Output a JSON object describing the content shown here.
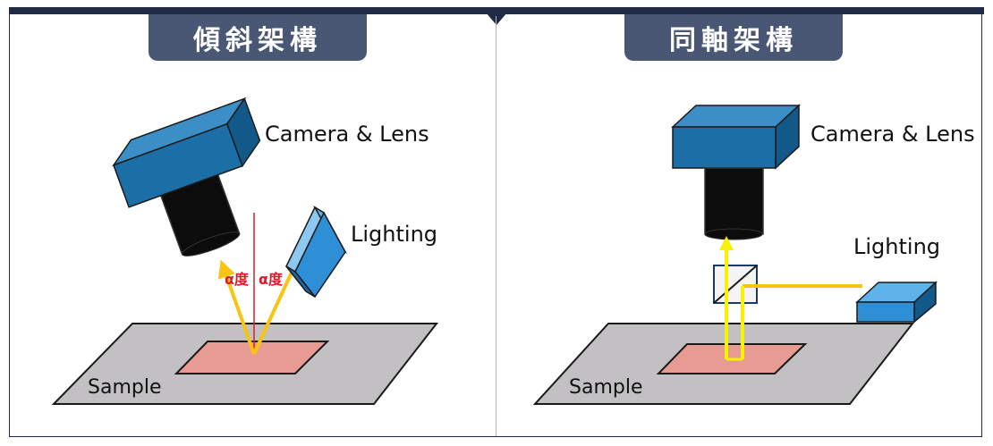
{
  "panels": {
    "left": {
      "title": "傾斜架構",
      "camera_label": "Camera & Lens",
      "lighting_label": "Lighting",
      "sample_label": "Sample",
      "angle_label_left": "α度",
      "angle_label_right": "α度"
    },
    "right": {
      "title": "同軸架構",
      "camera_label": "Camera & Lens",
      "lighting_label": "Lighting",
      "sample_label": "Sample"
    }
  },
  "colors": {
    "accent": "#1f2a44",
    "tab": "#4a5774",
    "camera_body": "#1b6fa6",
    "lens": "#0c0c0c",
    "lighting": "#2e8fd6",
    "sample_plate": "#c2c0c3",
    "sample_target": "#e79b92",
    "light_ray": "#f7c411",
    "normal_line": "#d91c2a"
  }
}
